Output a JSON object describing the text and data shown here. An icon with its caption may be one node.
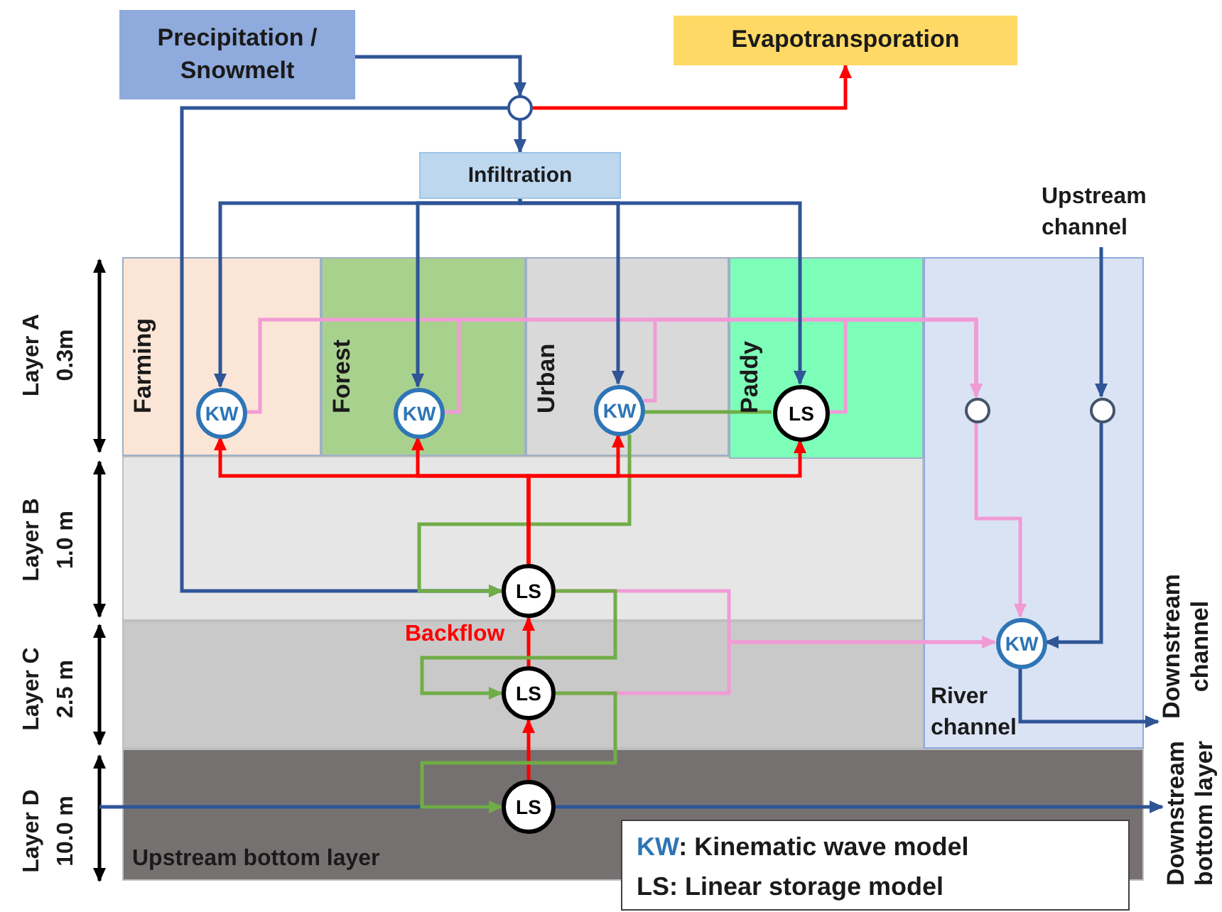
{
  "diagram": {
    "nodes": [
      {
        "text": [
          "Precipitation / Snowmelt"
        ]
      },
      {
        "text": [
          "Evapotransporation"
        ]
      },
      {
        "text": [],
        "shape": "circle"
      },
      {
        "text": [
          "Infiltration"
        ]
      },
      {
        "text": [
          "Farming"
        ]
      },
      {
        "text": [
          "Forest"
        ]
      },
      {
        "text": [
          "Urban"
        ]
      },
      {
        "text": [
          "Paddy"
        ]
      },
      {
        "text": [
          "River channel"
        ]
      },
      {
        "text": [
          "KW"
        ],
        "in": 4
      },
      {
        "text": [
          "KW"
        ],
        "in": 5
      },
      {
        "text": [
          "KW"
        ],
        "in": 6
      },
      {
        "text": [
          "LS"
        ],
        "in": 7
      },
      {
        "text": [],
        "shape": "circle",
        "in": 8
      },
      {
        "text": [],
        "shape": "circle",
        "in": 8
      },
      {
        "text": [
          "Upstream channel"
        ]
      },
      {
        "text": [
          "LS"
        ]
      },
      {
        "text": [
          "LS"
        ]
      },
      {
        "text": [
          "LS"
        ]
      },
      {
        "text": [
          "KW"
        ],
        "in": 8
      },
      {
        "text": [
          "Downstream channel"
        ]
      },
      {
        "text": [
          "Downstream bottom layer"
        ]
      },
      {
        "text": [
          "KW: Kinematic wave model",
          "LS: Linear storage model"
        ]
      }
    ],
    "edges": [
      {
        "from": 0,
        "to": 2,
        "arrow": "to"
      },
      {
        "from": 2,
        "to": 1,
        "arrow": "to",
        "color": "#ff0000"
      },
      {
        "from": 2,
        "to": 3,
        "arrow": "to"
      },
      {
        "from": 2,
        "to": 16,
        "arrow": "to"
      },
      {
        "from": 3,
        "to": 9,
        "arrow": "to"
      },
      {
        "from": 3,
        "to": 10,
        "arrow": "to"
      },
      {
        "from": 3,
        "to": 11,
        "arrow": "to"
      },
      {
        "from": 3,
        "to": 12,
        "arrow": "to"
      },
      {
        "from": 15,
        "to": 14,
        "arrow": "to"
      },
      {
        "from": 14,
        "to": 19,
        "arrow": "to"
      },
      {
        "from": 19,
        "to": 20,
        "arrow": "to"
      },
      {
        "from": null,
        "to": 18,
        "arrow": "none"
      },
      {
        "from": 18,
        "to": 21,
        "arrow": "to"
      },
      {
        "from": 9,
        "to": 13,
        "arrow": "to",
        "color": "#f19bd6"
      },
      {
        "from": 10,
        "to": 13,
        "arrow": "to",
        "color": "#f19bd6"
      },
      {
        "from": 11,
        "to": 13,
        "arrow": "to",
        "color": "#f19bd6"
      },
      {
        "from": 12,
        "to": 13,
        "arrow": "to",
        "color": "#f19bd6"
      },
      {
        "from": 12,
        "to": 11,
        "arrow": "none",
        "color": "#70ad47"
      },
      {
        "from": 11,
        "to": 16,
        "arrow": "to",
        "color": "#70ad47"
      },
      {
        "from": 16,
        "to": 9,
        "arrow": "to",
        "color": "#ff0000"
      },
      {
        "from": 16,
        "to": 10,
        "arrow": "to",
        "color": "#ff0000"
      },
      {
        "from": 16,
        "to": 11,
        "arrow": "to",
        "color": "#ff0000"
      },
      {
        "from": 16,
        "to": 12,
        "arrow": "to",
        "color": "#ff0000"
      },
      {
        "from": 17,
        "to": 16,
        "arrow": "to",
        "label": "Backflow",
        "color": "#ff0000"
      },
      {
        "from": 18,
        "to": 17,
        "arrow": "to",
        "color": "#ff0000"
      },
      {
        "from": 16,
        "to": 17,
        "arrow": "to",
        "color": "#70ad47"
      },
      {
        "from": 17,
        "to": 18,
        "arrow": "to",
        "color": "#70ad47"
      },
      {
        "from": 16,
        "to": 19,
        "arrow": "to",
        "color": "#f19bd6"
      },
      {
        "from": 17,
        "to": 19,
        "arrow": "to",
        "color": "#f19bd6"
      },
      {
        "from": 13,
        "to": 19,
        "arrow": "to",
        "color": "#f19bd6"
      }
    ],
    "labels": [
      "Layer A",
      "0.3m",
      "Layer B",
      "1.0 m",
      "Layer C",
      "2.5 m",
      "Layer D",
      "10.0 m",
      "Upstream bottom layer"
    ]
  }
}
